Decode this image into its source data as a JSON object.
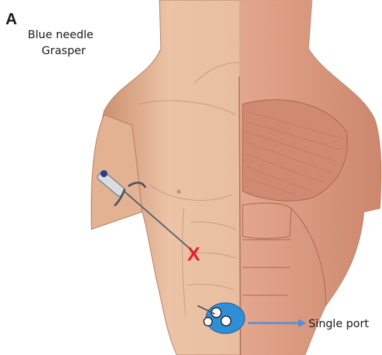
{
  "figure": {
    "panel_letter": "A",
    "needle_label": {
      "line1": "Blue needle",
      "line2": "Grasper"
    },
    "port_label": "Single port",
    "target_mark": "X"
  },
  "colors": {
    "skin": "#e8bd9f",
    "skin_shadow": "#c98d6c",
    "muscle": "#d9957c",
    "muscle_fiber": "#b9705a",
    "mark": "#e0262b",
    "port": "#2f8fd6",
    "arrow": "#5a8fcf",
    "needle_hub": "#2a3b8f"
  }
}
